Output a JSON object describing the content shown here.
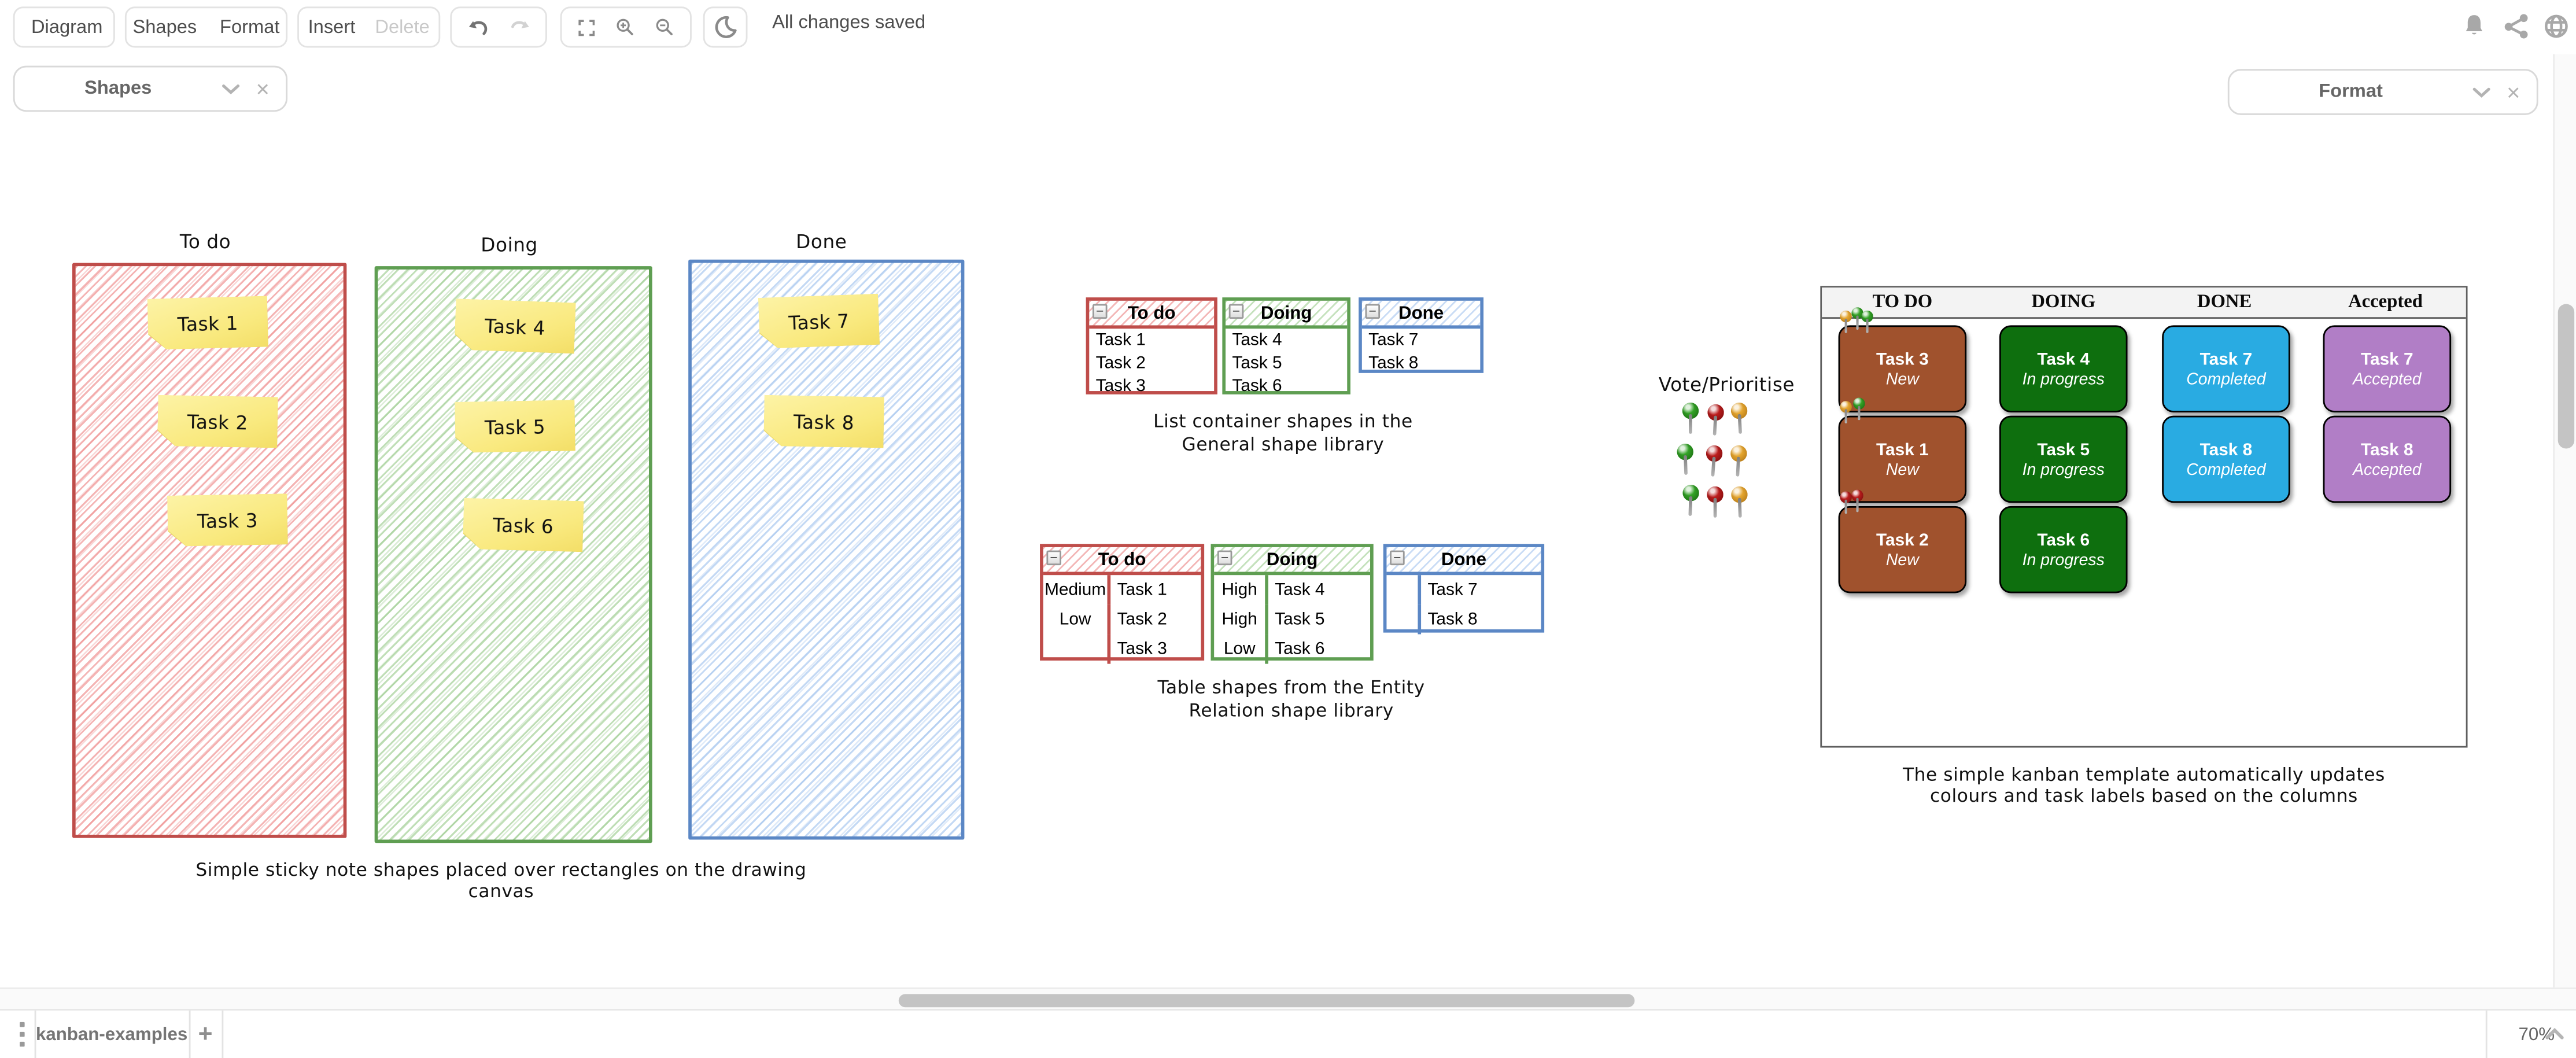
{
  "toolbar": {
    "diagram": "Diagram",
    "shapes": "Shapes",
    "format": "Format",
    "insert": "Insert",
    "delete": "Delete",
    "status": "All changes saved"
  },
  "panels": {
    "shapes_title": "Shapes",
    "format_title": "Format"
  },
  "canvas": {
    "collapse_glyph": "−",
    "sticky": {
      "columns": [
        {
          "title": "To do",
          "border_color": "#bf4d4a",
          "notes": [
            "Task 1",
            "Task 2",
            "Task 3"
          ]
        },
        {
          "title": "Doing",
          "border_color": "#5f9e52",
          "notes": [
            "Task 4",
            "Task 5",
            "Task 6"
          ]
        },
        {
          "title": "Done",
          "border_color": "#5b87c5",
          "notes": [
            "Task 7",
            "Task 8"
          ]
        }
      ],
      "note_color": "#f9e97e",
      "caption": "Simple sticky note shapes placed over rectangles on the drawing canvas"
    },
    "lists": {
      "items": [
        {
          "title": "To do",
          "rows": [
            "Task 1",
            "Task 2",
            "Task 3"
          ]
        },
        {
          "title": "Doing",
          "rows": [
            "Task 4",
            "Task 5",
            "Task 6"
          ]
        },
        {
          "title": "Done",
          "rows": [
            "Task 7",
            "Task 8"
          ]
        }
      ],
      "caption1": "List container shapes in the",
      "caption2": "General shape library"
    },
    "tables": {
      "items": [
        {
          "title": "To do",
          "rows": [
            [
              "Medium",
              "Task 1"
            ],
            [
              "Low",
              "Task 2"
            ],
            [
              "",
              "Task 3"
            ]
          ]
        },
        {
          "title": "Doing",
          "rows": [
            [
              "High",
              "Task 4"
            ],
            [
              "High",
              "Task 5"
            ],
            [
              "Low",
              "Task 6"
            ]
          ]
        },
        {
          "title": "Done",
          "rows": [
            [
              "",
              "Task 7"
            ],
            [
              "",
              "Task 8"
            ]
          ]
        }
      ],
      "caption1": "Table shapes from the Entity",
      "caption2": "Relation shape library"
    },
    "vote": {
      "title": "Vote/Prioritise",
      "pin_colors": [
        "green",
        "red",
        "orange"
      ]
    },
    "kanban": {
      "headers": [
        "TO DO",
        "DOING",
        "DONE",
        "Accepted"
      ],
      "colors": {
        "todo": "#A0522D",
        "doing": "#0E6F0E",
        "done": "#29ABE2",
        "accepted": "#B17EC6"
      },
      "cards": [
        {
          "title": "Task 3",
          "status": "New"
        },
        {
          "title": "Task 4",
          "status": "In progress"
        },
        {
          "title": "Task 7",
          "status": "Completed"
        },
        {
          "title": "Task 7",
          "status": "Accepted"
        },
        {
          "title": "Task 1",
          "status": "New"
        },
        {
          "title": "Task 5",
          "status": "In progress"
        },
        {
          "title": "Task 8",
          "status": "Completed"
        },
        {
          "title": "Task 8",
          "status": "Accepted"
        },
        {
          "title": "Task 2",
          "status": "New"
        },
        {
          "title": "Task 6",
          "status": "In progress"
        }
      ],
      "caption1": "The simple kanban template automatically updates",
      "caption2": "colours and task labels based on the columns"
    }
  },
  "footer": {
    "tab": "kanban-examples",
    "add": "+",
    "zoom": "70%"
  }
}
